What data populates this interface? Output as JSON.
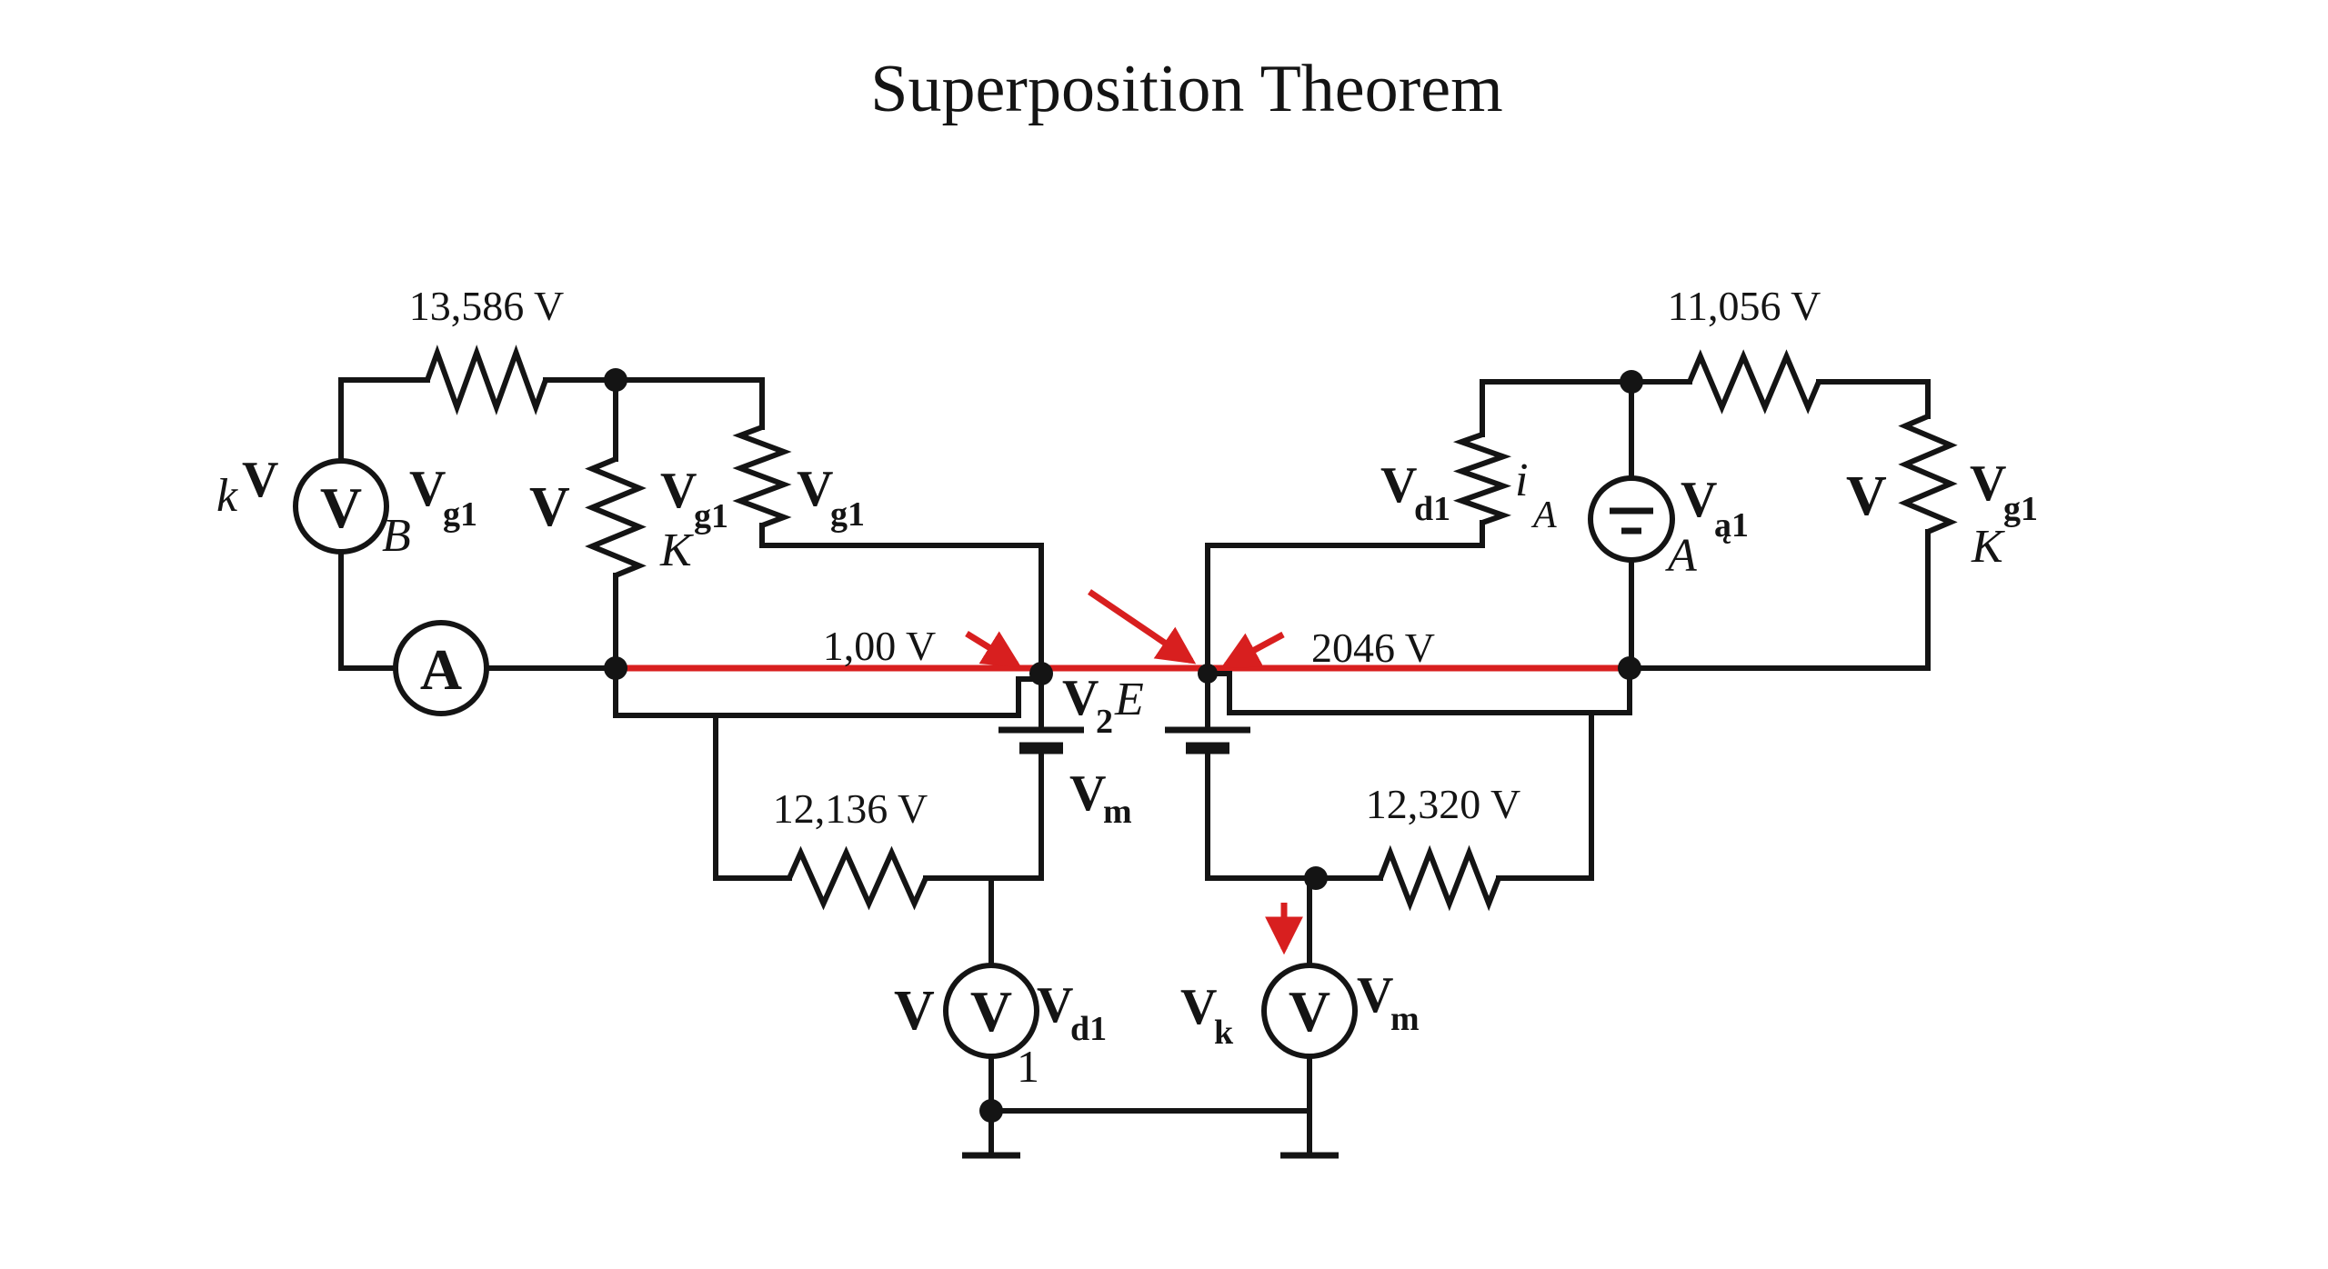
{
  "title": "Superposition Theorem",
  "colors": {
    "wire": "#141414",
    "highlight_red": "#d81f1f",
    "background": "#ffffff"
  },
  "values": {
    "top_left_resistor": "13,586 V",
    "top_right_resistor": "11,056 V",
    "bottom_left_resistor": "12,136 V",
    "bottom_right_resistor": "12,320 V",
    "left_node": "1,00 V",
    "right_node": "2046 V"
  },
  "glyphs": {
    "v": "V",
    "k_lower": "k",
    "sub_g1": "g1",
    "cap_k": "K",
    "cap_b": "B",
    "i_lower": "i",
    "sub_a": "A",
    "sub_2": "2",
    "cap_e": "E",
    "sub_m": "m",
    "sub_d1": "d1",
    "sub_k": "k",
    "sub_a1": "ą1",
    "digit_1": "1",
    "meter_v": "V",
    "meter_a": "A",
    "source_a": "A"
  }
}
